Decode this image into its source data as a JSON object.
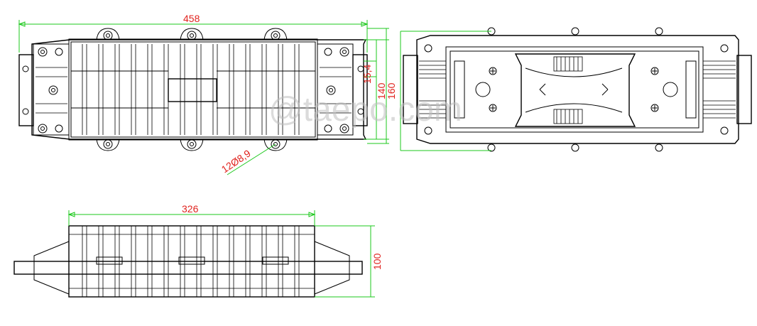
{
  "drawing": {
    "dimensions": {
      "top_view_length": "458",
      "side_height_inner": "15,4",
      "top_view_width_inner": "140",
      "top_view_width_outer": "160",
      "bolt_holes": "12Ø8,9",
      "front_view_length": "326",
      "front_view_height": "100"
    },
    "watermark": "@taepo.com",
    "colors": {
      "outline": "#000000",
      "dimension_lines": "#1ec81e",
      "dimension_text": "#e0231e",
      "watermark": "#bdbdbd"
    }
  }
}
